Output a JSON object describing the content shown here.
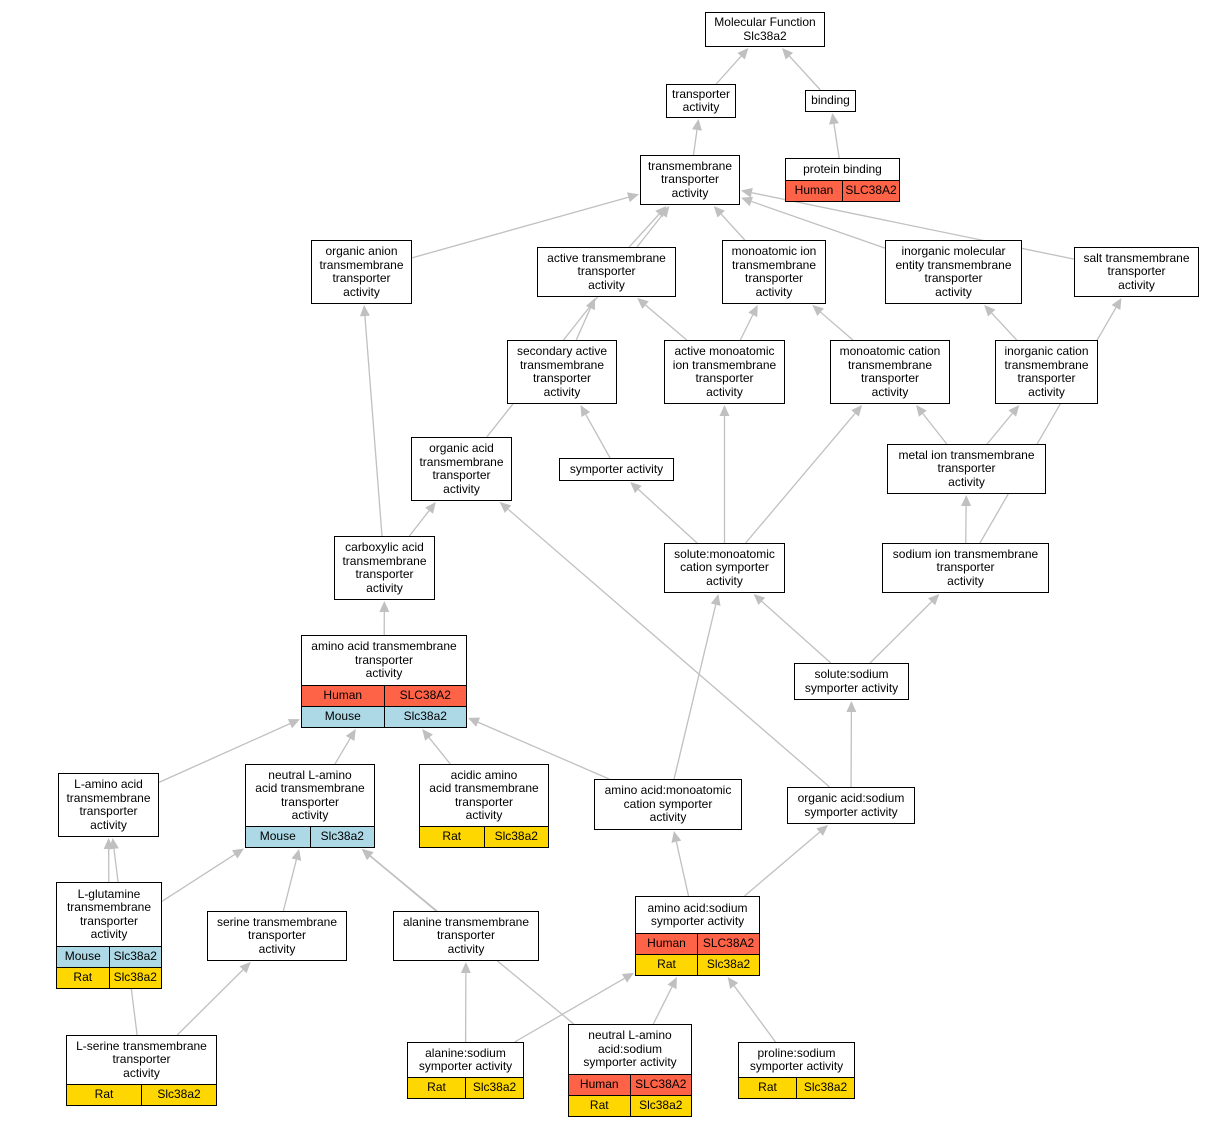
{
  "diagram": {
    "type": "go-term-hierarchy",
    "edge_color": "#c0c0c0",
    "species_colors": {
      "Human": "#ff6347",
      "Mouse": "#add8e6",
      "Rat": "#ffd700"
    },
    "nodes": [
      {
        "id": "mf",
        "label": "Molecular Function\nSlc38a2",
        "rows": []
      },
      {
        "id": "transporter",
        "label": "transporter\nactivity",
        "rows": []
      },
      {
        "id": "binding",
        "label": "binding",
        "rows": []
      },
      {
        "id": "tm_transporter",
        "label": "transmembrane\ntransporter\nactivity",
        "rows": []
      },
      {
        "id": "protein_binding",
        "label": "protein binding",
        "rows": [
          {
            "species": "Human",
            "gene": "SLC38A2"
          }
        ]
      },
      {
        "id": "organic_anion",
        "label": "organic anion\ntransmembrane\ntransporter\nactivity",
        "rows": []
      },
      {
        "id": "active_tm",
        "label": "active transmembrane\ntransporter\nactivity",
        "rows": []
      },
      {
        "id": "monoatomic_ion",
        "label": "monoatomic ion\ntransmembrane\ntransporter\nactivity",
        "rows": []
      },
      {
        "id": "inorganic_molecular",
        "label": "inorganic molecular\nentity transmembrane\ntransporter\nactivity",
        "rows": []
      },
      {
        "id": "salt_tm",
        "label": "salt transmembrane\ntransporter\nactivity",
        "rows": []
      },
      {
        "id": "secondary_active",
        "label": "secondary active\ntransmembrane\ntransporter\nactivity",
        "rows": []
      },
      {
        "id": "active_monoatomic",
        "label": "active monoatomic\nion transmembrane\ntransporter\nactivity",
        "rows": []
      },
      {
        "id": "monoatomic_cation",
        "label": "monoatomic cation\ntransmembrane\ntransporter\nactivity",
        "rows": []
      },
      {
        "id": "inorganic_cation",
        "label": "inorganic cation\ntransmembrane\ntransporter\nactivity",
        "rows": []
      },
      {
        "id": "organic_acid",
        "label": "organic acid\ntransmembrane\ntransporter\nactivity",
        "rows": []
      },
      {
        "id": "symporter",
        "label": "symporter activity",
        "rows": []
      },
      {
        "id": "metal_ion",
        "label": "metal ion transmembrane\ntransporter\nactivity",
        "rows": []
      },
      {
        "id": "carboxylic_acid",
        "label": "carboxylic acid\ntransmembrane\ntransporter\nactivity",
        "rows": []
      },
      {
        "id": "solute_monoatomic",
        "label": "solute:monoatomic\ncation symporter\nactivity",
        "rows": []
      },
      {
        "id": "sodium_ion",
        "label": "sodium ion transmembrane\ntransporter\nactivity",
        "rows": []
      },
      {
        "id": "amino_acid_tm",
        "label": "amino acid transmembrane\ntransporter\nactivity",
        "rows": [
          {
            "species": "Human",
            "gene": "SLC38A2"
          },
          {
            "species": "Mouse",
            "gene": "Slc38a2"
          }
        ]
      },
      {
        "id": "solute_sodium",
        "label": "solute:sodium\nsymporter activity",
        "rows": []
      },
      {
        "id": "l_amino_acid",
        "label": "L-amino acid\ntransmembrane\ntransporter\nactivity",
        "rows": []
      },
      {
        "id": "neutral_l_amino",
        "label": "neutral L-amino\nacid transmembrane\ntransporter\nactivity",
        "rows": [
          {
            "species": "Mouse",
            "gene": "Slc38a2"
          }
        ]
      },
      {
        "id": "acidic_amino",
        "label": "acidic amino\nacid transmembrane\ntransporter\nactivity",
        "rows": [
          {
            "species": "Rat",
            "gene": "Slc38a2"
          }
        ]
      },
      {
        "id": "aa_monoatomic",
        "label": "amino acid:monoatomic\ncation symporter\nactivity",
        "rows": []
      },
      {
        "id": "organic_acid_sodium",
        "label": "organic acid:sodium\nsymporter activity",
        "rows": []
      },
      {
        "id": "l_glutamine",
        "label": "L-glutamine\ntransmembrane\ntransporter\nactivity",
        "rows": [
          {
            "species": "Mouse",
            "gene": "Slc38a2"
          },
          {
            "species": "Rat",
            "gene": "Slc38a2"
          }
        ]
      },
      {
        "id": "serine_tm",
        "label": "serine transmembrane\ntransporter\nactivity",
        "rows": []
      },
      {
        "id": "alanine_tm",
        "label": "alanine transmembrane\ntransporter\nactivity",
        "rows": []
      },
      {
        "id": "aa_sodium",
        "label": "amino acid:sodium\nsymporter activity",
        "rows": [
          {
            "species": "Human",
            "gene": "SLC38A2"
          },
          {
            "species": "Rat",
            "gene": "Slc38a2"
          }
        ]
      },
      {
        "id": "l_serine",
        "label": "L-serine transmembrane\ntransporter\nactivity",
        "rows": [
          {
            "species": "Rat",
            "gene": "Slc38a2"
          }
        ]
      },
      {
        "id": "alanine_sodium",
        "label": "alanine:sodium\nsymporter activity",
        "rows": [
          {
            "species": "Rat",
            "gene": "Slc38a2"
          }
        ]
      },
      {
        "id": "neutral_l_amino_sodium",
        "label": "neutral L-amino\nacid:sodium\nsymporter activity",
        "rows": [
          {
            "species": "Human",
            "gene": "SLC38A2"
          },
          {
            "species": "Rat",
            "gene": "Slc38a2"
          }
        ]
      },
      {
        "id": "proline_sodium",
        "label": "proline:sodium\nsymporter activity",
        "rows": [
          {
            "species": "Rat",
            "gene": "Slc38a2"
          }
        ]
      }
    ],
    "edges": [
      {
        "from": "transporter",
        "to": "mf"
      },
      {
        "from": "binding",
        "to": "mf"
      },
      {
        "from": "tm_transporter",
        "to": "transporter"
      },
      {
        "from": "protein_binding",
        "to": "binding"
      },
      {
        "from": "organic_anion",
        "to": "tm_transporter"
      },
      {
        "from": "organic_acid",
        "to": "tm_transporter"
      },
      {
        "from": "active_tm",
        "to": "tm_transporter"
      },
      {
        "from": "monoatomic_ion",
        "to": "tm_transporter"
      },
      {
        "from": "inorganic_molecular",
        "to": "tm_transporter"
      },
      {
        "from": "salt_tm",
        "to": "tm_transporter"
      },
      {
        "from": "secondary_active",
        "to": "active_tm"
      },
      {
        "from": "active_monoatomic",
        "to": "active_tm"
      },
      {
        "from": "active_monoatomic",
        "to": "monoatomic_ion"
      },
      {
        "from": "monoatomic_cation",
        "to": "monoatomic_ion"
      },
      {
        "from": "inorganic_cation",
        "to": "inorganic_molecular"
      },
      {
        "from": "symporter",
        "to": "secondary_active"
      },
      {
        "from": "metal_ion",
        "to": "monoatomic_cation"
      },
      {
        "from": "metal_ion",
        "to": "inorganic_cation"
      },
      {
        "from": "carboxylic_acid",
        "to": "organic_anion"
      },
      {
        "from": "carboxylic_acid",
        "to": "organic_acid"
      },
      {
        "from": "solute_monoatomic",
        "to": "symporter"
      },
      {
        "from": "solute_monoatomic",
        "to": "active_monoatomic"
      },
      {
        "from": "solute_monoatomic",
        "to": "monoatomic_cation"
      },
      {
        "from": "sodium_ion",
        "to": "metal_ion"
      },
      {
        "from": "sodium_ion",
        "to": "salt_tm"
      },
      {
        "from": "amino_acid_tm",
        "to": "carboxylic_acid"
      },
      {
        "from": "solute_sodium",
        "to": "solute_monoatomic"
      },
      {
        "from": "solute_sodium",
        "to": "sodium_ion"
      },
      {
        "from": "l_amino_acid",
        "to": "amino_acid_tm"
      },
      {
        "from": "neutral_l_amino",
        "to": "amino_acid_tm"
      },
      {
        "from": "acidic_amino",
        "to": "amino_acid_tm"
      },
      {
        "from": "aa_monoatomic",
        "to": "amino_acid_tm"
      },
      {
        "from": "aa_monoatomic",
        "to": "solute_monoatomic"
      },
      {
        "from": "organic_acid_sodium",
        "to": "organic_acid"
      },
      {
        "from": "organic_acid_sodium",
        "to": "solute_sodium"
      },
      {
        "from": "l_glutamine",
        "to": "l_amino_acid"
      },
      {
        "from": "l_glutamine",
        "to": "neutral_l_amino"
      },
      {
        "from": "serine_tm",
        "to": "neutral_l_amino"
      },
      {
        "from": "alanine_tm",
        "to": "neutral_l_amino"
      },
      {
        "from": "aa_sodium",
        "to": "aa_monoatomic"
      },
      {
        "from": "aa_sodium",
        "to": "organic_acid_sodium"
      },
      {
        "from": "l_serine",
        "to": "l_amino_acid"
      },
      {
        "from": "l_serine",
        "to": "serine_tm"
      },
      {
        "from": "alanine_sodium",
        "to": "alanine_tm"
      },
      {
        "from": "alanine_sodium",
        "to": "aa_sodium"
      },
      {
        "from": "neutral_l_amino_sodium",
        "to": "neutral_l_amino"
      },
      {
        "from": "neutral_l_amino_sodium",
        "to": "aa_sodium"
      },
      {
        "from": "proline_sodium",
        "to": "aa_sodium"
      }
    ]
  }
}
